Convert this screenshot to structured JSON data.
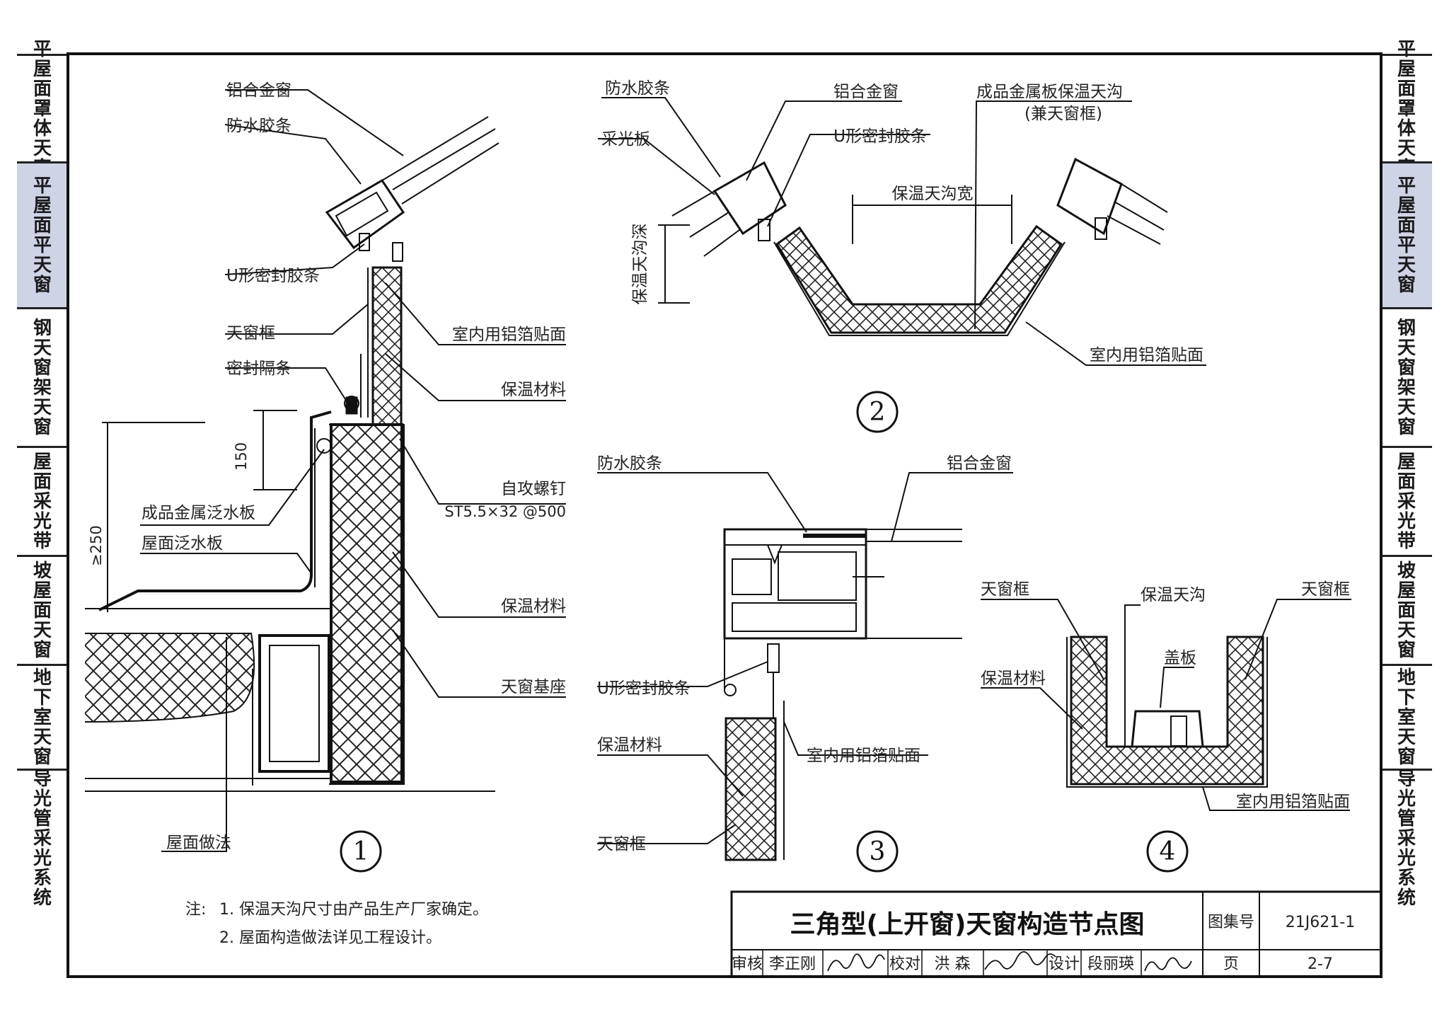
{
  "sidebar": {
    "items": [
      {
        "label": "平屋面罩体天窗",
        "active": false
      },
      {
        "label": "平屋面平天窗",
        "active": true
      },
      {
        "label": "钢天窗架天窗",
        "active": false
      },
      {
        "label": "屋面采光带",
        "active": false
      },
      {
        "label": "坡屋面天窗",
        "active": false
      },
      {
        "label": "地下室天窗",
        "active": false
      },
      {
        "label": "导光管采光系统",
        "active": false
      }
    ],
    "active_color": "#cfd3e6"
  },
  "detail1": {
    "number": "1",
    "labels": {
      "al_window": "铝合金窗",
      "waterproof_strip": "防水胶条",
      "u_seal": "U形密封胶条",
      "window_frame": "天窗框",
      "seal_strip": "密封隔条",
      "flashing_product": "成品金属泛水板",
      "roof_flashing": "屋面泛水板",
      "roof_method": "屋面做法",
      "al_foil": "室内用铝箔贴面",
      "insulation_upper": "保温材料",
      "screw": "自攻螺钉",
      "screw_spec": "ST5.5×32  @500",
      "insulation_lower": "保温材料",
      "base": "天窗基座"
    },
    "dims": {
      "d150": "150",
      "d250": "≥250"
    }
  },
  "detail2": {
    "number": "2",
    "labels": {
      "waterproof_strip": "防水胶条",
      "al_window": "铝合金窗",
      "gutter": "成品金属板保温天沟",
      "gutter_note": "(兼天窗框)",
      "daylight_panel": "采光板",
      "u_seal": "U形密封胶条",
      "gutter_width": "保温天沟宽",
      "gutter_depth": "保温天沟深",
      "al_foil": "室内用铝箔贴面"
    }
  },
  "detail3": {
    "number": "3",
    "labels": {
      "waterproof_strip": "防水胶条",
      "al_window": "铝合金窗",
      "u_seal": "U形密封胶条",
      "insulation": "保温材料",
      "al_foil": "室内用铝箔贴面",
      "window_frame": "天窗框"
    }
  },
  "detail4": {
    "number": "4",
    "labels": {
      "window_frame_left": "天窗框",
      "gutter": "保温天沟",
      "window_frame_right": "天窗框",
      "cover": "盖板",
      "insulation": "保温材料",
      "al_foil": "室内用铝箔贴面"
    }
  },
  "notes": {
    "prefix": "注:",
    "items": [
      "1. 保温天沟尺寸由产品生产厂家确定。",
      "2. 屋面构造做法详见工程设计。"
    ]
  },
  "title_block": {
    "title": "三角型(上开窗)天窗构造节点图",
    "atlas_label": "图集号",
    "atlas_number": "21J621-1",
    "review_label": "审核",
    "reviewer": "李正刚",
    "check_label": "校对",
    "checker": "洪  森",
    "design_label": "设计",
    "designer": "段丽瑛",
    "page_label": "页",
    "page_number": "2-7"
  }
}
